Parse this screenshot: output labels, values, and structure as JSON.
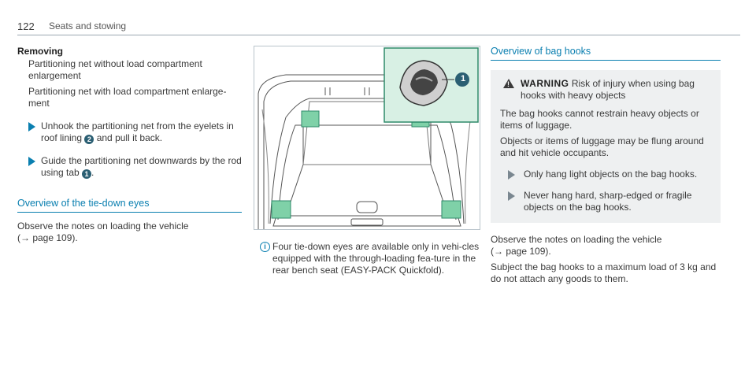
{
  "header": {
    "page_number": "122",
    "section": "Seats and stowing"
  },
  "col1": {
    "removing_title": "Removing",
    "item1": "Partitioning net without load compartment enlargement",
    "item2": "Partitioning net with load compartment enlarge-ment",
    "step1_a": "Unhook the partitioning net from the eyelets in roof lining ",
    "step1_num": "2",
    "step1_b": " and pull it back.",
    "step2_a": "Guide the partitioning net downwards by the rod using tab ",
    "step2_num": "1",
    "step2_b": ".",
    "tiedown_heading": "Overview of the tie-down eyes",
    "tiedown_text": "Observe the notes on loading the vehicle",
    "tiedown_link": "(→ page 109)."
  },
  "col2": {
    "figure_callout": "1",
    "note": "Four tie-down eyes are available only in vehi-cles equipped with the through-loading fea-ture in the rear bench seat (EASY-PACK Quickfold)."
  },
  "col3": {
    "heading": "Overview of bag hooks",
    "warning_label": "WARNING",
    "warning_title": " Risk of injury when using bag hooks with heavy objects",
    "warning_p1": "The bag hooks cannot restrain heavy objects or items of luggage.",
    "warning_p2": "Objects or items of luggage may be flung around and hit vehicle occupants.",
    "warning_step1": "Only hang light objects on the bag hooks.",
    "warning_step2": "Never hang hard, sharp-edged or fragile objects on the bag hooks.",
    "observe_text": "Observe the notes on loading the vehicle",
    "observe_link": "(→ page 109).",
    "subject_text": "Subject the bag hooks to a maximum load of 3 kg and do not attach any goods to them."
  },
  "colors": {
    "accent": "#0a7fb0",
    "highlight_green": "#7fd1a8",
    "callout": "#2b5f73"
  },
  "icons": [
    "step-arrow-icon",
    "info-icon",
    "warning-triangle-icon"
  ]
}
